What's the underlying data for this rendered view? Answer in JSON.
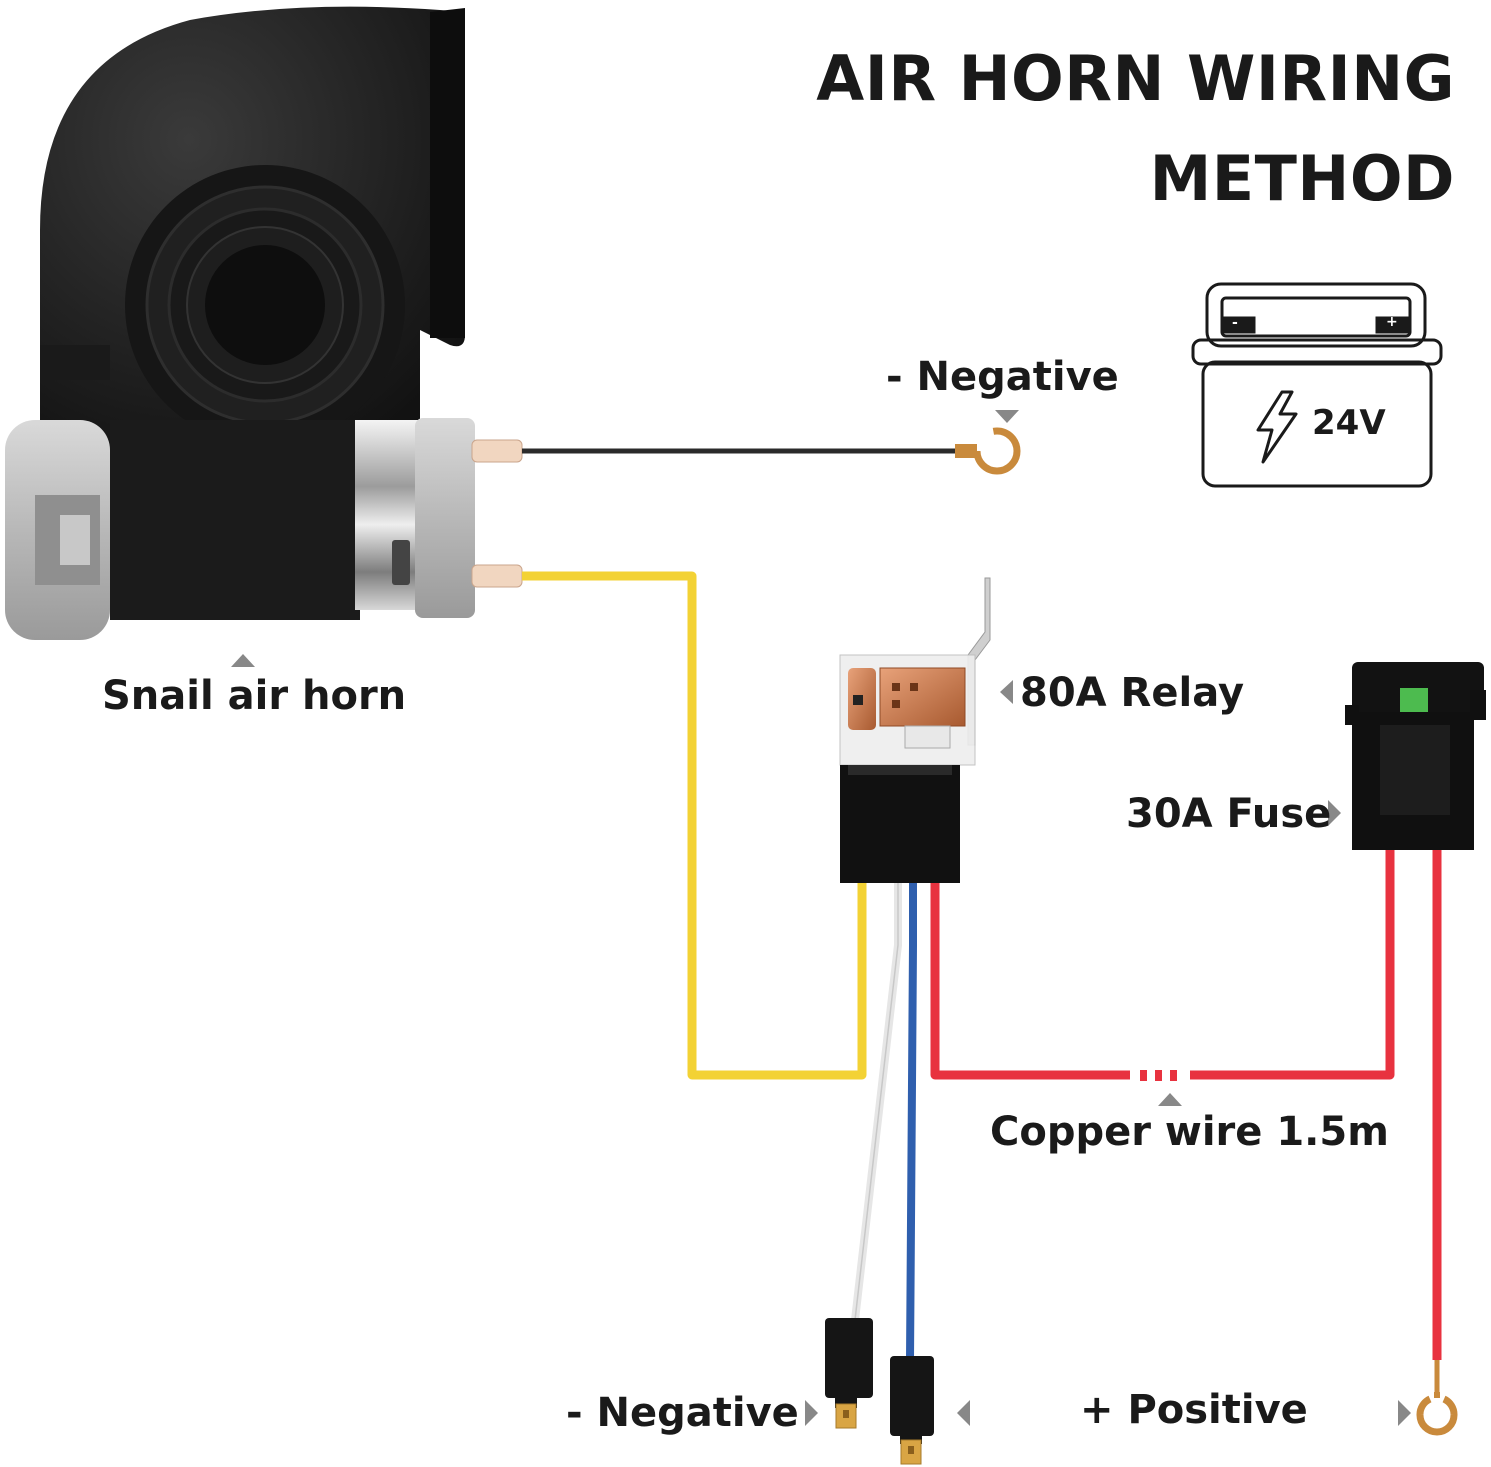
{
  "title": {
    "line1": "AIR HORN WIRING",
    "line2": "METHOD"
  },
  "battery": {
    "voltage": "24V",
    "icon": "battery-icon",
    "bolt_icon": "lightning-bolt-icon",
    "minus_terminal": "-",
    "plus_terminal": "+"
  },
  "labels": {
    "negative_top": "- Negative",
    "snail_air_horn": "Snail air horn",
    "relay": "80A Relay",
    "fuse": "30A Fuse",
    "copper_wire": "Copper wire 1.5m",
    "negative_bottom": "- Negative",
    "positive": "+ Positive"
  },
  "colors": {
    "yellow_wire": "#f3d234",
    "red_wire": "#e8323f",
    "blue_wire": "#2f5fae",
    "white_wire": "#e6e6e6",
    "black_wire": "#2b2b2b",
    "horn_body": "#1c1c1c",
    "copper": "#c8794a",
    "green_fuse": "#4dbb4f"
  },
  "icons": {
    "pointer_down": "triangle-down-icon",
    "pointer_up": "triangle-up-icon",
    "pointer_left": "triangle-left-icon",
    "pointer_right": "triangle-right-icon"
  }
}
